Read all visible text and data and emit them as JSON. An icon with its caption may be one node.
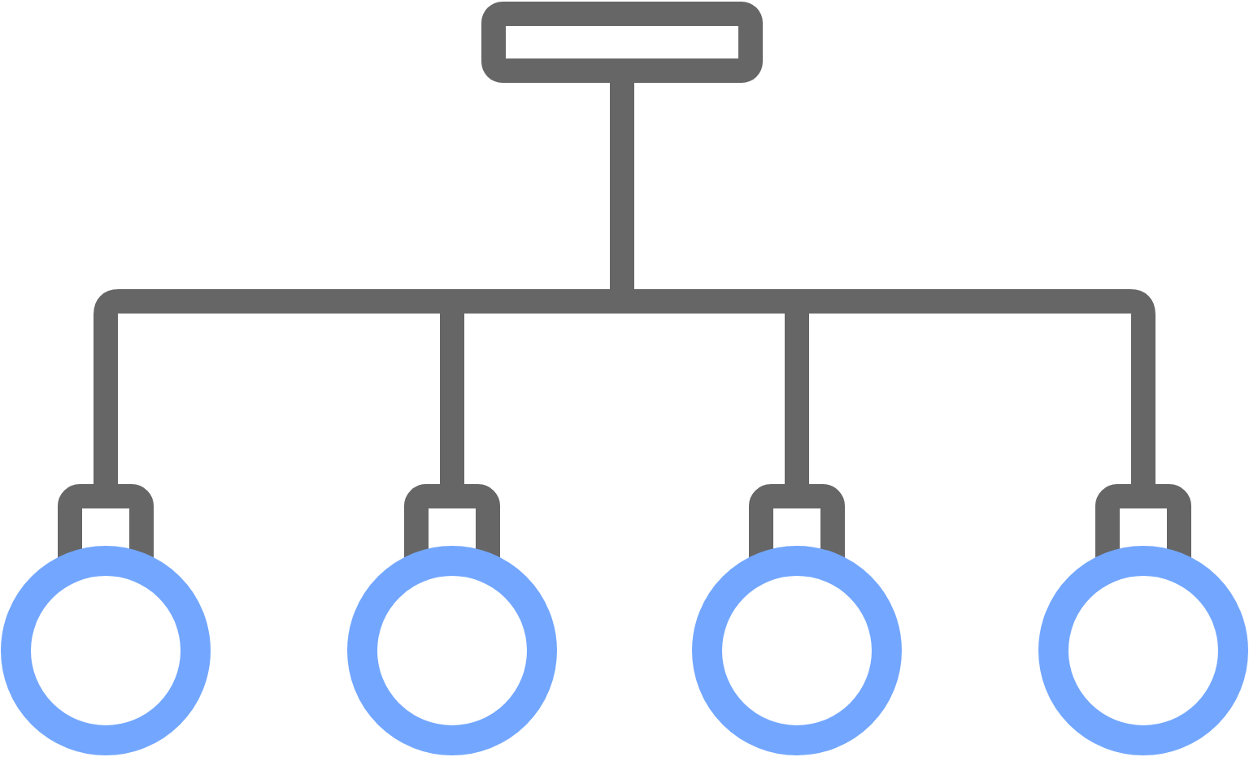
{
  "diagram": {
    "nodes": [
      {
        "text": [],
        "shape": "box"
      },
      {
        "text": [],
        "shape": "circle"
      },
      {
        "text": [],
        "shape": "circle"
      },
      {
        "text": [],
        "shape": "circle"
      },
      {
        "text": [],
        "shape": "circle"
      }
    ],
    "edges": [
      {
        "from": 0,
        "to": 1,
        "arrow": "none"
      },
      {
        "from": 0,
        "to": 2,
        "arrow": "none"
      },
      {
        "from": 0,
        "to": 3,
        "arrow": "none"
      },
      {
        "from": 0,
        "to": 4,
        "arrow": "none"
      }
    ]
  }
}
